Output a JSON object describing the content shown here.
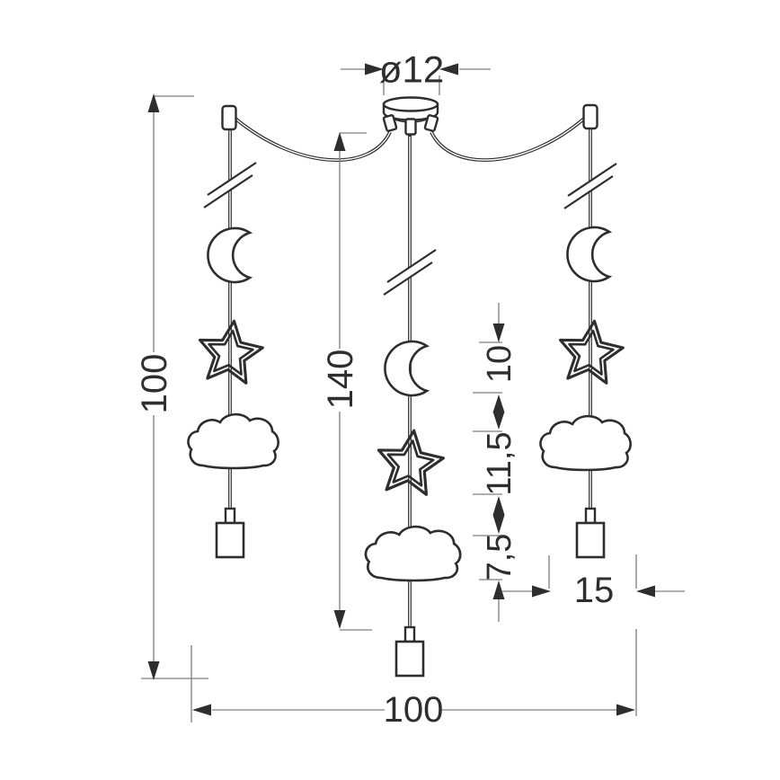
{
  "dimensions": {
    "canopy_diameter": "ø12",
    "side_drop_height": "100",
    "center_drop_height": "140",
    "moon_height": "10",
    "star_height": "11,5",
    "cloud_height": "7,5",
    "socket_spacing": "15",
    "total_width": "100"
  },
  "colors": {
    "background": "#ffffff",
    "drawing_outline": "#2e2e2e",
    "dimension_line": "#7d7d7d",
    "text": "#2e2e2e"
  }
}
